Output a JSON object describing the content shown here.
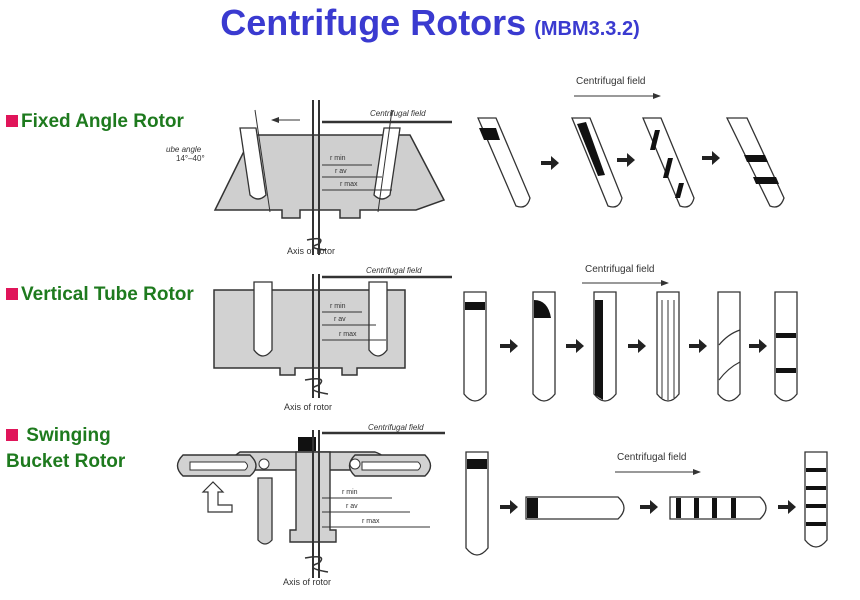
{
  "title": {
    "main": "Centrifuge Rotors",
    "sub": "(MBM3.3.2)"
  },
  "rotors": [
    {
      "label": "Fixed Angle Rotor",
      "axis_label": "Axis of rotor",
      "field_label": "Centrifugal field",
      "right_field_label": "Centrifugal field",
      "tube_angle": "ube angle",
      "angle_range": "14°–40°",
      "r_labels": [
        "r min",
        "r av",
        "r max"
      ]
    },
    {
      "label": "Vertical Tube Rotor",
      "axis_label": "Axis of rotor",
      "field_label": "Centrifugal field",
      "right_field_label": "Centrifugal field",
      "r_labels": [
        "r min",
        "r av",
        "r max"
      ]
    },
    {
      "label_line1": "Swinging",
      "label_line2": "Bucket Rotor",
      "axis_label": "Axis of rotor",
      "field_label": "Centrifugal field",
      "right_field_label": "Centrifugal field",
      "r_labels": [
        "r min",
        "r av",
        "r max"
      ]
    }
  ],
  "colors": {
    "title": "#3a3ad0",
    "label": "#1e7a1e",
    "bullet": "#e0155a"
  }
}
